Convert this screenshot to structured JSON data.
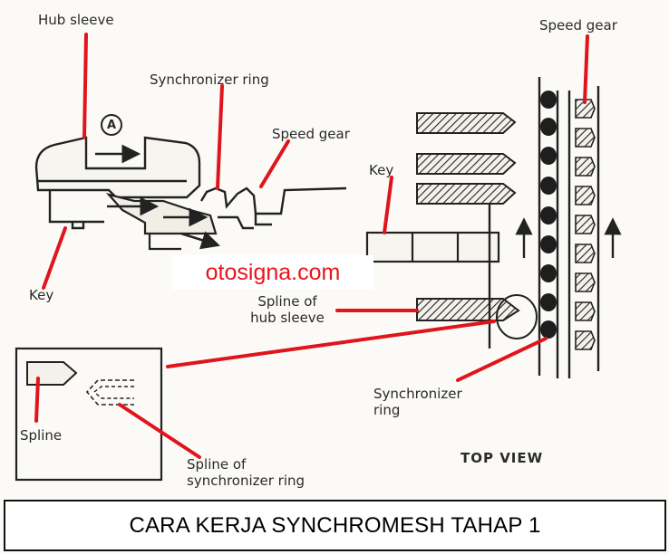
{
  "labels": {
    "hub_sleeve": "Hub sleeve",
    "marker_a": "A",
    "synchronizer_ring_top": "Synchronizer ring",
    "speed_gear_mid": "Speed gear",
    "speed_gear_right": "Speed gear",
    "key_left": "Key",
    "key_right": "Key",
    "spline_of_hub_sleeve_1": "Spline of",
    "spline_of_hub_sleeve_2": "hub sleeve",
    "synchronizer_ring_bottom_1": "Synchronizer",
    "synchronizer_ring_bottom_2": "ring",
    "spline": "Spline",
    "spline_of_sync_ring_1": "Spline of",
    "spline_of_sync_ring_2": "synchronizer ring",
    "top_view": "TOP VIEW"
  },
  "watermark": "otosigna.com",
  "caption": "CARA KERJA SYNCHROMESH TAHAP 1",
  "colors": {
    "leader_line": "#e0141c",
    "drawing": "#222222",
    "paper": "#fbfaf6",
    "watermark_text": "#e8141c"
  }
}
